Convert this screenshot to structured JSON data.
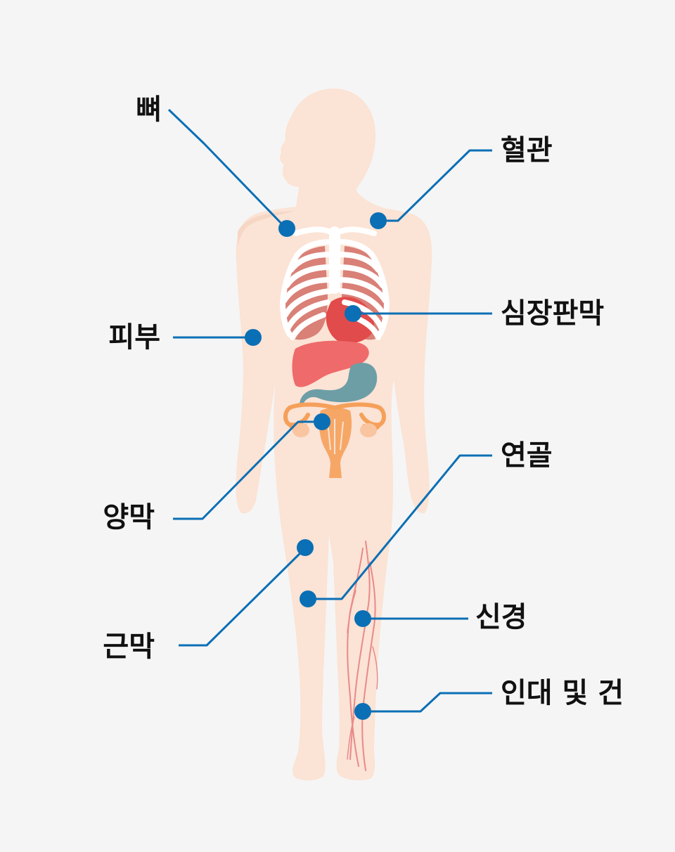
{
  "labels": {
    "bone": "뼈",
    "blood_vessel": "혈관",
    "skin": "피부",
    "pericardium": "심장판막",
    "serosa": "양막",
    "cartilage": "연골",
    "fascia": "근막",
    "nerve": "신경",
    "ligament_tendon": "인대 및 건"
  },
  "colors": {
    "background": "#f5f5f5",
    "body": "#fbe3d5",
    "leader": "#0a6fb5",
    "marker": "#0a6fb5",
    "bone": "#ffffff",
    "lung": "#d98077",
    "heart": "#e24b4b",
    "liver": "#ef6a6a",
    "stomach": "#6d9ea6",
    "uterus": "#f5a05a",
    "nerve": "#e88a8a"
  }
}
